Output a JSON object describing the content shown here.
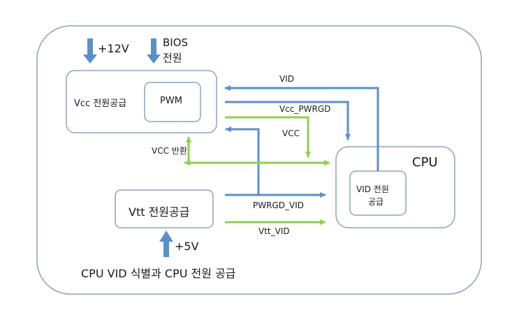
{
  "diagram": {
    "caption": "CPU VID 식별과 CPU 전원 공급",
    "inputs": {
      "plus12v": "+12V",
      "bios_line1": "BIOS",
      "bios_line2": "전원",
      "plus5v": "+5V"
    },
    "vcc_block": {
      "label": "Vcc 전원공급",
      "pwm_label": "PWM"
    },
    "vtt_block": {
      "label": "Vtt 전원공급"
    },
    "cpu_block": {
      "label": "CPU",
      "vid_line1": "VID 전원",
      "vid_line2": "공급"
    },
    "signals": {
      "vid": "VID",
      "vcc_pwrgd": "Vcc_PWRGD",
      "vcc": "VCC",
      "vcc_return": "VCC 반환",
      "pwrgd_vid": "PWRGD_VID",
      "vtt_vid": "Vtt_VID"
    },
    "colors": {
      "blue_arrow": "#5b8fc9",
      "green_arrow": "#8ed04e",
      "box_border": "#8aa4c0"
    }
  }
}
